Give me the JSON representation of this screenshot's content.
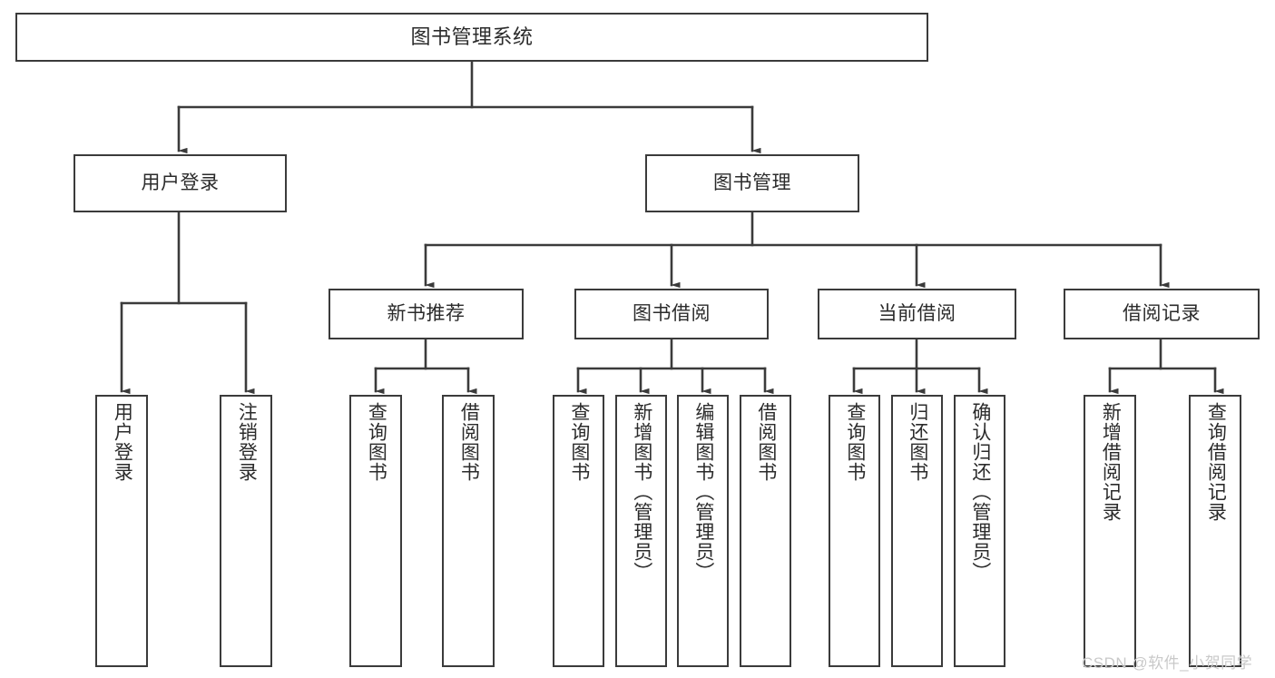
{
  "diagram": {
    "type": "tree",
    "title": "图书管理系统",
    "orientation": "top-down",
    "palette": {
      "background": "#ffffff",
      "box_fill": "#ffffff",
      "box_stroke": "#3b3b3b",
      "connector": "#3b3b3b",
      "text": "#2b2b2b",
      "watermark": "#c9c9c9"
    }
  },
  "watermark": {
    "text": "CSDN @软件_小贺同学"
  },
  "nodes": {
    "root": {
      "label": "图书管理系统"
    },
    "level2": [
      {
        "id": "user-login",
        "label": "用户登录"
      },
      {
        "id": "book-management",
        "label": "图书管理"
      }
    ],
    "level3": [
      {
        "id": "new-book-recommend",
        "label": "新书推荐"
      },
      {
        "id": "book-borrow",
        "label": "图书借阅"
      },
      {
        "id": "current-borrow",
        "label": "当前借阅"
      },
      {
        "id": "borrow-record",
        "label": "借阅记录"
      }
    ],
    "leaves": {
      "user_login": [
        {
          "id": "leaf-user-login",
          "label": "用户登录"
        },
        {
          "id": "leaf-logout-login",
          "label": "注销登录"
        }
      ],
      "new_book_recommend": [
        {
          "id": "leaf-query-book-1",
          "label": "查询图书"
        },
        {
          "id": "leaf-borrow-book-1",
          "label": "借阅图书"
        }
      ],
      "book_borrow": [
        {
          "id": "leaf-query-book-2",
          "label": "查询图书"
        },
        {
          "id": "leaf-add-book",
          "label": "新增图书（管理员）"
        },
        {
          "id": "leaf-edit-book",
          "label": "编辑图书（管理员）"
        },
        {
          "id": "leaf-borrow-book-2",
          "label": "借阅图书"
        }
      ],
      "current_borrow": [
        {
          "id": "leaf-query-book-3",
          "label": "查询图书"
        },
        {
          "id": "leaf-return-book",
          "label": "归还图书"
        },
        {
          "id": "leaf-confirm-return",
          "label": "确认归还（管理员）"
        }
      ],
      "borrow_record": [
        {
          "id": "leaf-add-record",
          "label": "新增借阅记录"
        },
        {
          "id": "leaf-query-record",
          "label": "查询借阅记录"
        }
      ]
    }
  },
  "edges": [
    {
      "from": "图书管理系统",
      "to": "用户登录"
    },
    {
      "from": "图书管理系统",
      "to": "图书管理"
    },
    {
      "from": "用户登录",
      "to": "用户登录"
    },
    {
      "from": "用户登录",
      "to": "注销登录"
    },
    {
      "from": "图书管理",
      "to": "新书推荐"
    },
    {
      "from": "图书管理",
      "to": "图书借阅"
    },
    {
      "from": "图书管理",
      "to": "当前借阅"
    },
    {
      "from": "图书管理",
      "to": "借阅记录"
    },
    {
      "from": "新书推荐",
      "to": "查询图书"
    },
    {
      "from": "新书推荐",
      "to": "借阅图书"
    },
    {
      "from": "图书借阅",
      "to": "查询图书"
    },
    {
      "from": "图书借阅",
      "to": "新增图书（管理员）"
    },
    {
      "from": "图书借阅",
      "to": "编辑图书（管理员）"
    },
    {
      "from": "图书借阅",
      "to": "借阅图书"
    },
    {
      "from": "当前借阅",
      "to": "查询图书"
    },
    {
      "from": "当前借阅",
      "to": "归还图书"
    },
    {
      "from": "当前借阅",
      "to": "确认归还（管理员）"
    },
    {
      "from": "借阅记录",
      "to": "新增借阅记录"
    },
    {
      "from": "借阅记录",
      "to": "查询借阅记录"
    }
  ]
}
